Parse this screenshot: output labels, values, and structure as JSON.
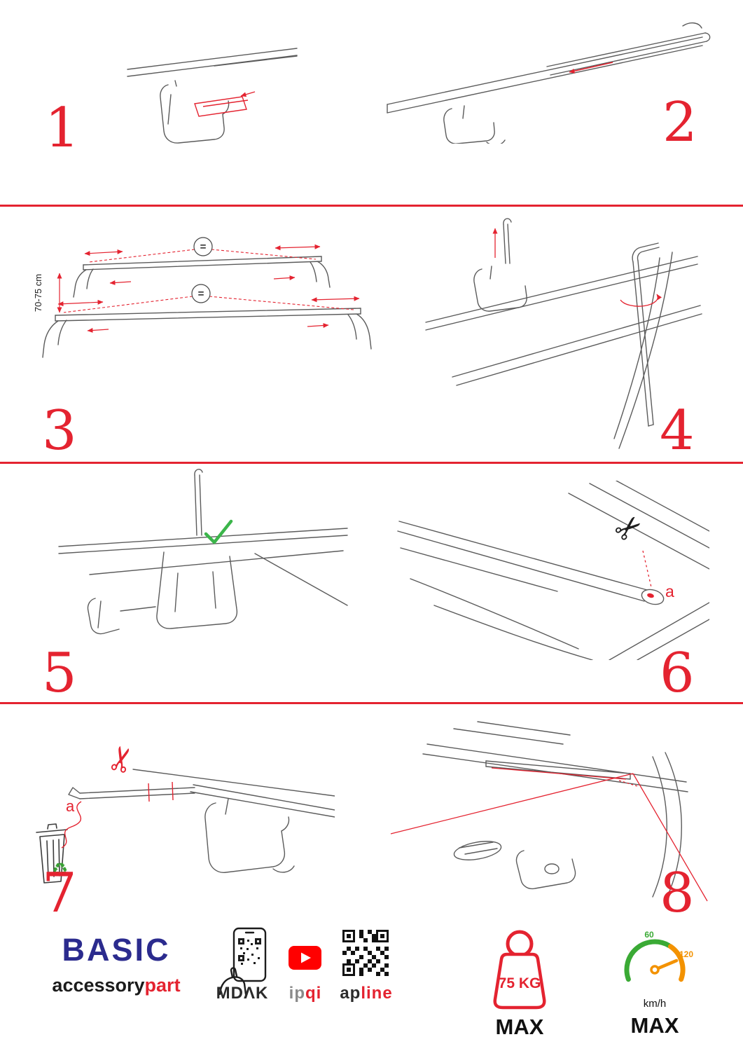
{
  "colors": {
    "accent_red": "#e42330",
    "brand_blue": "#2b2b8e",
    "check_green": "#3bb54a",
    "gauge_green": "#3aaa35",
    "gauge_orange": "#f39200",
    "youtube_red": "#ff0000"
  },
  "icons": {
    "scissors": "✂",
    "recycle": "♻"
  },
  "steps": [
    {
      "number": "1"
    },
    {
      "number": "2"
    },
    {
      "number": "3",
      "measurement": "70-75 cm",
      "equal_symbol": "="
    },
    {
      "number": "4"
    },
    {
      "number": "5"
    },
    {
      "number": "6",
      "cut_label": "a"
    },
    {
      "number": "7",
      "cut_label": "a"
    },
    {
      "number": "8"
    }
  ],
  "footer": {
    "brand_title": "BASIC",
    "brand_sub_left": "accessory",
    "brand_sub_right": "part",
    "partner_1": "MDΛK",
    "partner_2_left": "ip",
    "partner_2_right": "qi",
    "partner_3_left": "ap",
    "partner_3_right": "line",
    "weight_value": "75 KG",
    "weight_max_label": "MAX",
    "gauge_value_low": "60",
    "gauge_value_high": "120",
    "gauge_unit": "km/h",
    "gauge_max_label": "MAX"
  }
}
